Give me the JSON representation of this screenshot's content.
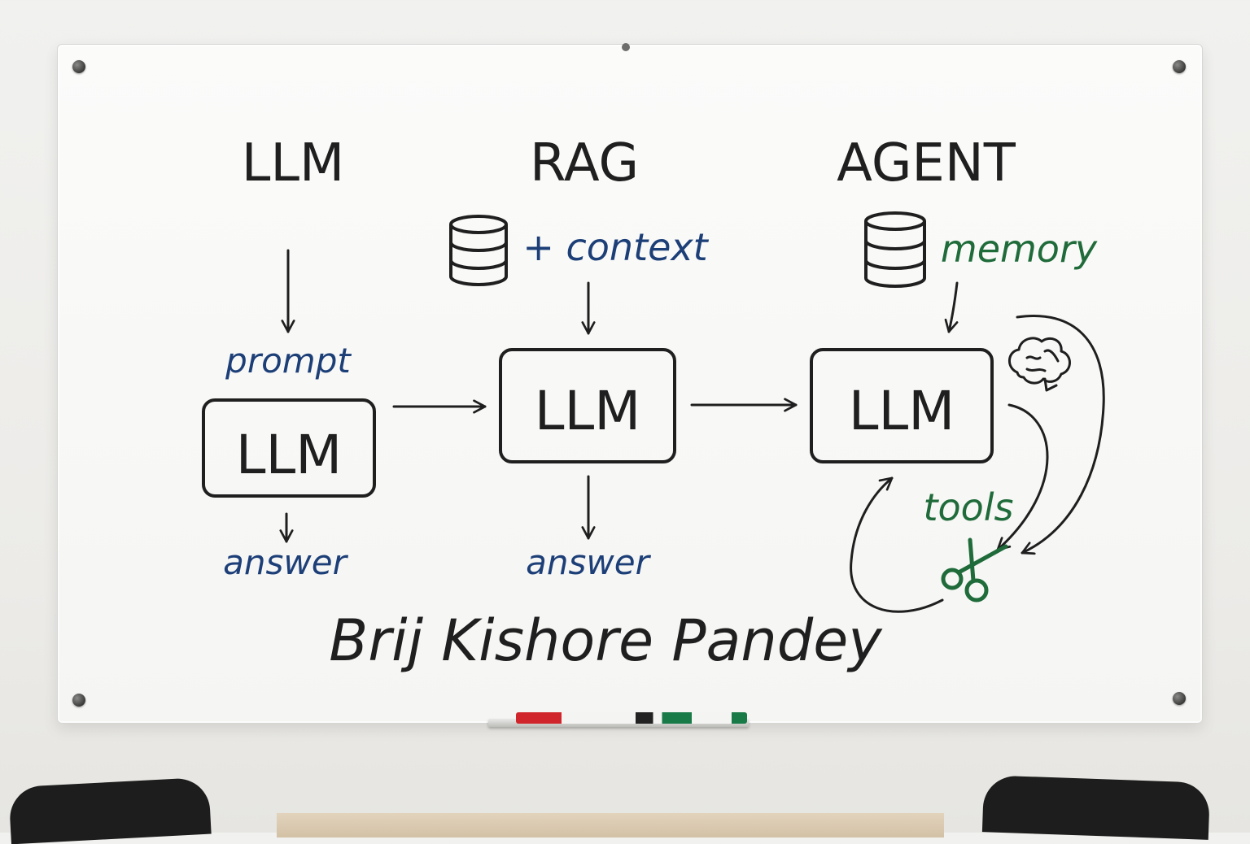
{
  "headings": {
    "llm": "LLM",
    "rag": "RAG",
    "agent": "AGENT"
  },
  "llm_column": {
    "input_label": "prompt",
    "box_label": "LLM",
    "output_label": "answer"
  },
  "rag_column": {
    "input_label": "+ context",
    "box_label": "LLM",
    "output_label": "answer",
    "icon": "database-icon"
  },
  "agent_column": {
    "input_label": "memory",
    "box_label": "LLM",
    "tools_label": "tools",
    "icons": [
      "database-icon",
      "brain-icon",
      "scissors-icon"
    ]
  },
  "signature": "Brij Kishore Pandey",
  "colors": {
    "ink_black": "#1f1f1f",
    "ink_blue": "#1d3f78",
    "ink_green": "#1f6b3a",
    "marker_red": "#d0262b"
  }
}
